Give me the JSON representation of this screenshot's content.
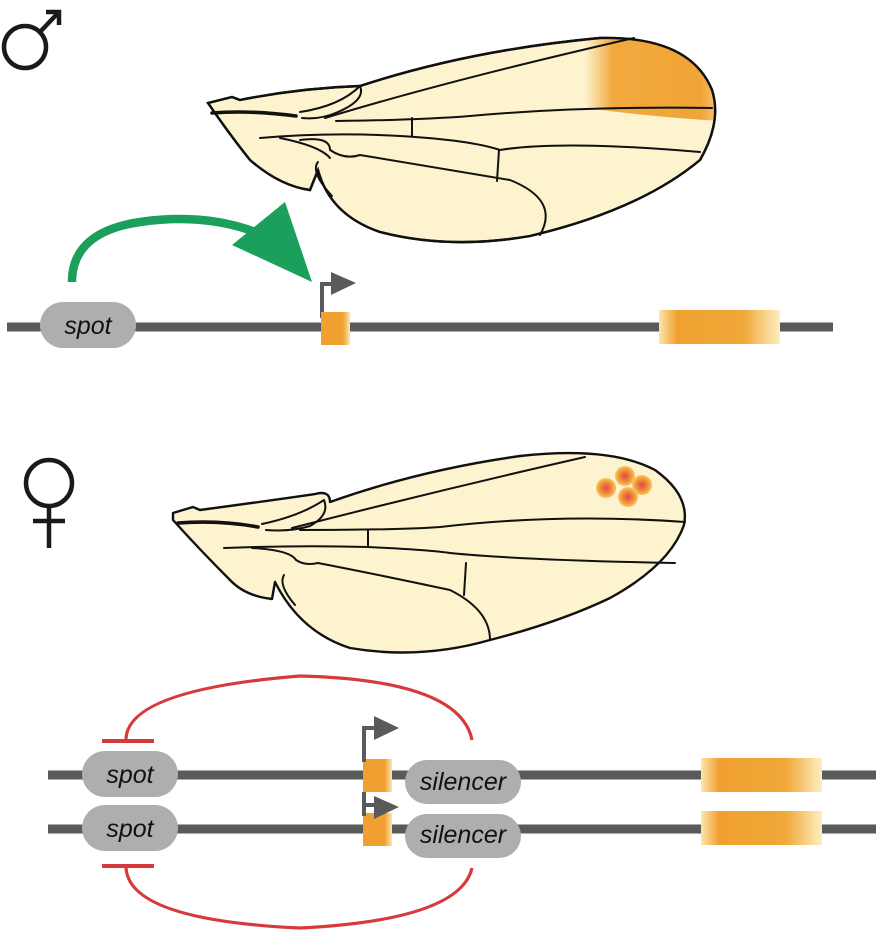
{
  "figure": {
    "title": "Sex-specific wing spot pigmentation regulated by spot enhancer and silencer",
    "colors": {
      "wing_fill": "#fdf3cf",
      "wing_outline": "#111111",
      "pigment_orange": "#f0a030",
      "pigment_light": "#fde6ad",
      "dna_gray": "#5a5a5a",
      "element_gray": "#aeaeae",
      "activation_green": "#1aa05a",
      "repression_red": "#d63a3a",
      "spot_red": "#e05040"
    }
  },
  "male_panel": {
    "sex_symbol": "male-symbol",
    "wing": {
      "pigmentation": "large dark band near wing tip"
    },
    "locus": {
      "enhancer_label": "spot",
      "interaction": "activation",
      "exons": 2,
      "promoter_arrow": "transcription-start-arrow"
    }
  },
  "female_panel": {
    "sex_symbol": "female-symbol",
    "wing": {
      "pigmentation": "four small spots near wing tip",
      "spot_count": 4
    },
    "alleles": [
      {
        "enhancer_label": "spot",
        "silencer_label": "silencer"
      },
      {
        "enhancer_label": "spot",
        "silencer_label": "silencer"
      }
    ],
    "interaction": "repression"
  }
}
